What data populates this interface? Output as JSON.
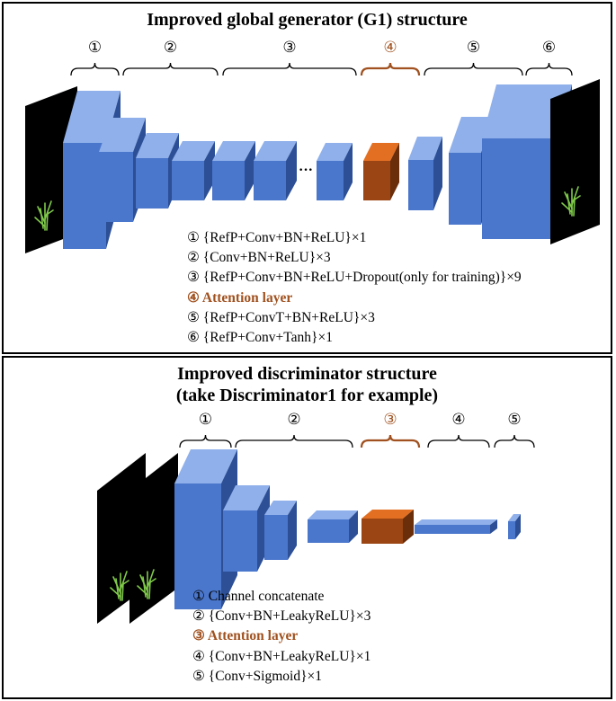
{
  "generator": {
    "title": "Improved global generator (G1) structure",
    "stage_markers": [
      "①",
      "②",
      "③",
      "④",
      "⑤",
      "⑥"
    ],
    "ellipsis": "···",
    "legend": [
      {
        "text": "① {RefP+Conv+BN+ReLU}×1",
        "highlight": false
      },
      {
        "text": "② {Conv+BN+ReLU}×3",
        "highlight": false
      },
      {
        "text": "③ {RefP+Conv+BN+ReLU+Dropout(only for training)}×9",
        "highlight": false
      },
      {
        "text": "④ Attention layer",
        "highlight": true
      },
      {
        "text": "⑤ {RefP+ConvT+BN+ReLU}×3",
        "highlight": false
      },
      {
        "text": "⑥ {RefP+Conv+Tanh}×1",
        "highlight": false
      }
    ]
  },
  "discriminator": {
    "title_line1": "Improved discriminator structure",
    "title_line2": "(take Discriminator1 for example)",
    "stage_markers": [
      "①",
      "②",
      "③",
      "④",
      "⑤"
    ],
    "legend": [
      {
        "text": "① Channel concatenate",
        "highlight": false
      },
      {
        "text": "② {Conv+BN+LeakyReLU}×3",
        "highlight": false
      },
      {
        "text": "③ Attention layer",
        "highlight": true
      },
      {
        "text": "④ {Conv+BN+LeakyReLU}×1",
        "highlight": false
      },
      {
        "text": "⑤ {Conv+Sigmoid}×1",
        "highlight": false
      }
    ]
  },
  "colors": {
    "block_front": "#4a76cc",
    "block_top": "#8fb0ea",
    "block_side": "#2c4f96",
    "attention_front": "#9a4513",
    "attention_top": "#e36f22",
    "attention_side": "#6b2e0a",
    "attention_text": "#a0511f",
    "image_bg": "#000000",
    "plant": "#7fc94a"
  }
}
